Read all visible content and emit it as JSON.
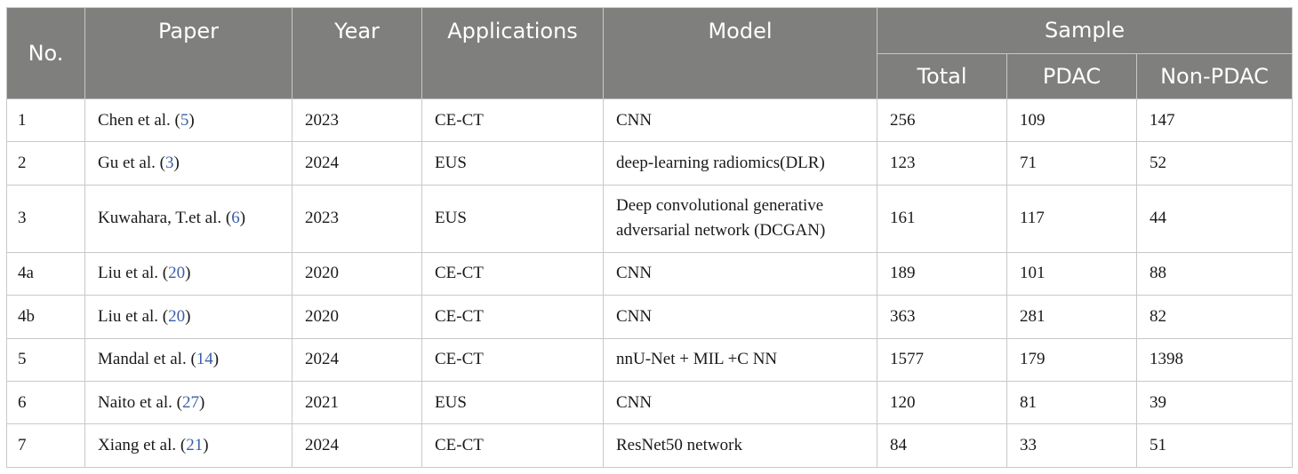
{
  "table": {
    "headers": {
      "no": "No.",
      "paper": "Paper",
      "year": "Year",
      "applications": "Applications",
      "model": "Model",
      "sample": "Sample",
      "total": "Total",
      "pdac": "PDAC",
      "non_pdac": "Non-PDAC"
    },
    "rows": [
      {
        "no": "1",
        "author": "Chen et al. (",
        "ref": "5",
        "close": ")",
        "year": "2023",
        "application": "CE-CT",
        "model": "CNN",
        "total": "256",
        "pdac": "109",
        "non_pdac": "147"
      },
      {
        "no": "2",
        "author": "Gu et al. (",
        "ref": "3",
        "close": ")",
        "year": "2024",
        "application": "EUS",
        "model": "deep-learning radiomics(DLR)",
        "total": "123",
        "pdac": "71",
        "non_pdac": "52"
      },
      {
        "no": "3",
        "author": "Kuwahara, T.et al. (",
        "ref": "6",
        "close": ")",
        "year": "2023",
        "application": "EUS",
        "model_line1": "Deep convolutional generative",
        "model_line2": "adversarial network (DCGAN)",
        "total": "161",
        "pdac": "117",
        "non_pdac": "44"
      },
      {
        "no": "4a",
        "author": "Liu et al. (",
        "ref": "20",
        "close": ")",
        "year": "2020",
        "application": "CE-CT",
        "model": "CNN",
        "total": "189",
        "pdac": "101",
        "non_pdac": "88"
      },
      {
        "no": "4b",
        "author": "Liu et al. (",
        "ref": "20",
        "close": ")",
        "year": "2020",
        "application": "CE-CT",
        "model": "CNN",
        "total": "363",
        "pdac": "281",
        "non_pdac": "82"
      },
      {
        "no": "5",
        "author": "Mandal et al. (",
        "ref": "14",
        "close": ")",
        "year": "2024",
        "application": "CE-CT",
        "model": "nnU-Net + MIL +C NN",
        "total": "1577",
        "pdac": "179",
        "non_pdac": "1398"
      },
      {
        "no": "6",
        "author": "Naito et al. (",
        "ref": "27",
        "close": ")",
        "year": "2021",
        "application": "EUS",
        "model": "CNN",
        "total": "120",
        "pdac": "81",
        "non_pdac": "39"
      },
      {
        "no": "7",
        "author": "Xiang et al. (",
        "ref": "21",
        "close": ")",
        "year": "2024",
        "application": "CE-CT",
        "model": "ResNet50 network",
        "total": "84",
        "pdac": "33",
        "non_pdac": "51"
      }
    ]
  }
}
